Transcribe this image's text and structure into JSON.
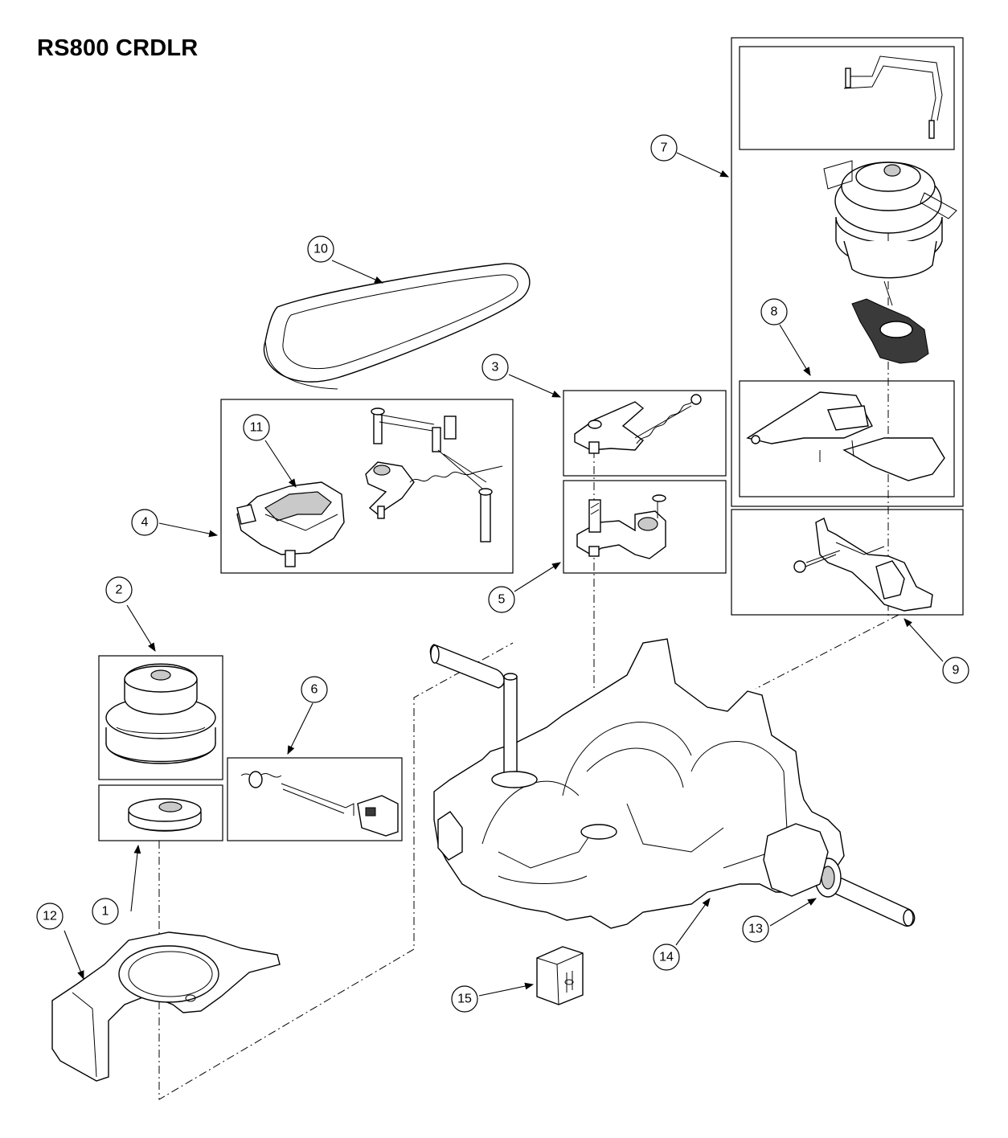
{
  "title": "RS800 CRDLR",
  "callouts": [
    "1",
    "2",
    "3",
    "4",
    "5",
    "6",
    "7",
    "8",
    "9",
    "10",
    "11",
    "12",
    "13",
    "14",
    "15"
  ]
}
